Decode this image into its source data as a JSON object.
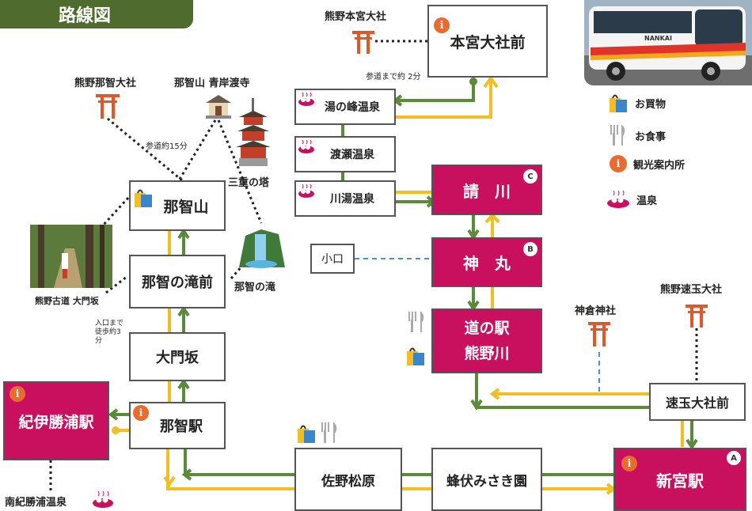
{
  "title": "路線図",
  "colors": {
    "green": "#5a8a3a",
    "yellow": "#f2be25",
    "magenta": "#c8105e",
    "info_orange": "#ea6b2f",
    "title_bg": "#4f6b2e",
    "dashed_blue": "#4a90d0"
  },
  "stops": {
    "hongu": "本宮大社前",
    "yunomine": "湯の峰温泉",
    "watarase": "渡瀬温泉",
    "kawayu": "川湯温泉",
    "ukegawa": "請　川",
    "koguchi": "小口",
    "kamimaru": "神　丸",
    "michinoeki_1": "道の駅",
    "michinoeki_2": "熊野川",
    "hayatama": "速玉大社前",
    "shingu": "新宮駅",
    "hotate": "蜂伏みさき園",
    "sanomatsubara": "佐野松原",
    "nachi_station": "那智駅",
    "daimonzaka": "大門坂",
    "nachi_taki_mae": "那智の滝前",
    "nachisan": "那智山",
    "kii_katsuura": "紀伊勝浦駅"
  },
  "badges": {
    "ukegawa": "C",
    "kamimaru": "B",
    "shingu": "A"
  },
  "landmarks": {
    "hongu_taisha": "熊野本宮大社",
    "nachi_taisha": "熊野那智大社",
    "seigantoji": "那智山 青岸渡寺",
    "sanju_no_to": "三重の塔",
    "nachi_no_taki": "那智の滝",
    "kodo_daimonzaka": "熊野古道 大門坂",
    "kamikura": "神倉神社",
    "hayatama_taisha": "熊野速玉大社",
    "minami_kiikatsuura": "南紀勝浦温泉"
  },
  "notes": {
    "sando_2": "参道まで約 2分",
    "sando_15": "参道約15分",
    "entrance": "入口まで 徒歩約3 分"
  },
  "legend": [
    {
      "icon": "shopping-bag-icon",
      "label": "お買物"
    },
    {
      "icon": "fork-knife-icon",
      "label": "お食事"
    },
    {
      "icon": "info-icon",
      "label": "観光案内所"
    },
    {
      "icon": "onsen-icon",
      "label": "温泉"
    }
  ],
  "bus_logo": "NANKAI",
  "info_glyph": "i"
}
